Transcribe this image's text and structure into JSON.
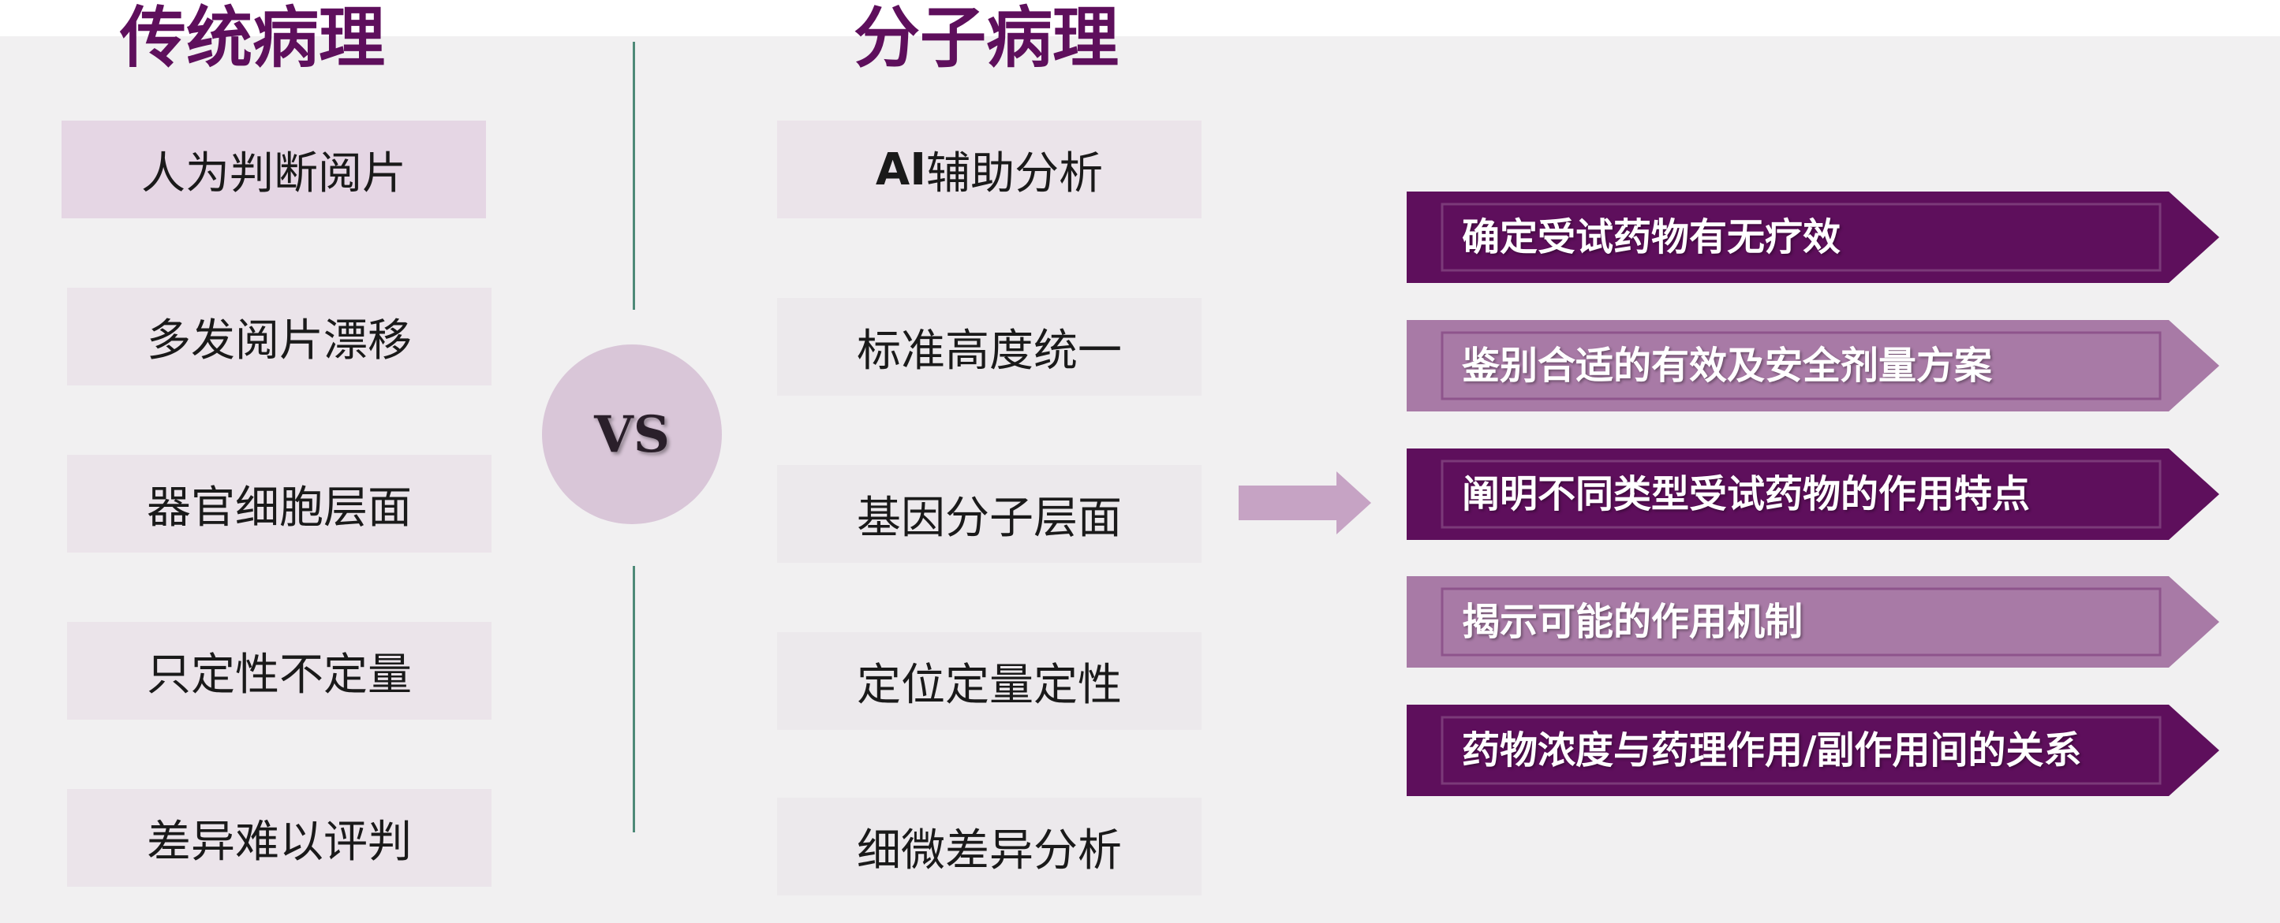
{
  "left_column": {
    "title": "传统病理",
    "items": [
      "人为判断阅片",
      "多发阅片漂移",
      "器官细胞层面",
      "只定性不定量",
      "差异难以评判"
    ]
  },
  "vs_label": "VS",
  "right_column": {
    "title": "分子病理",
    "first_item_prefix": "AI",
    "first_item_suffix": "辅助分析",
    "items": [
      "标准高度统一",
      "基因分子层面",
      "定位定量定性",
      "细微差异分析"
    ]
  },
  "outcomes": [
    {
      "label": "确定受试药物有无疗效",
      "color": "#5e0f5c"
    },
    {
      "label": "鉴别合适的有效及安全剂量方案",
      "color": "#a87aa6"
    },
    {
      "label": "阐明不同类型受试药物的作用特点",
      "color": "#5e0f5c"
    },
    {
      "label": "揭示可能的作用机制",
      "color": "#a87aa6"
    },
    {
      "label": "药物浓度与药理作用/副作用间的关系",
      "color": "#5e0f5c"
    }
  ],
  "colors": {
    "title": "#5e0f5c",
    "arrow": "#c6a3c4",
    "divider": "#4e8a78"
  }
}
